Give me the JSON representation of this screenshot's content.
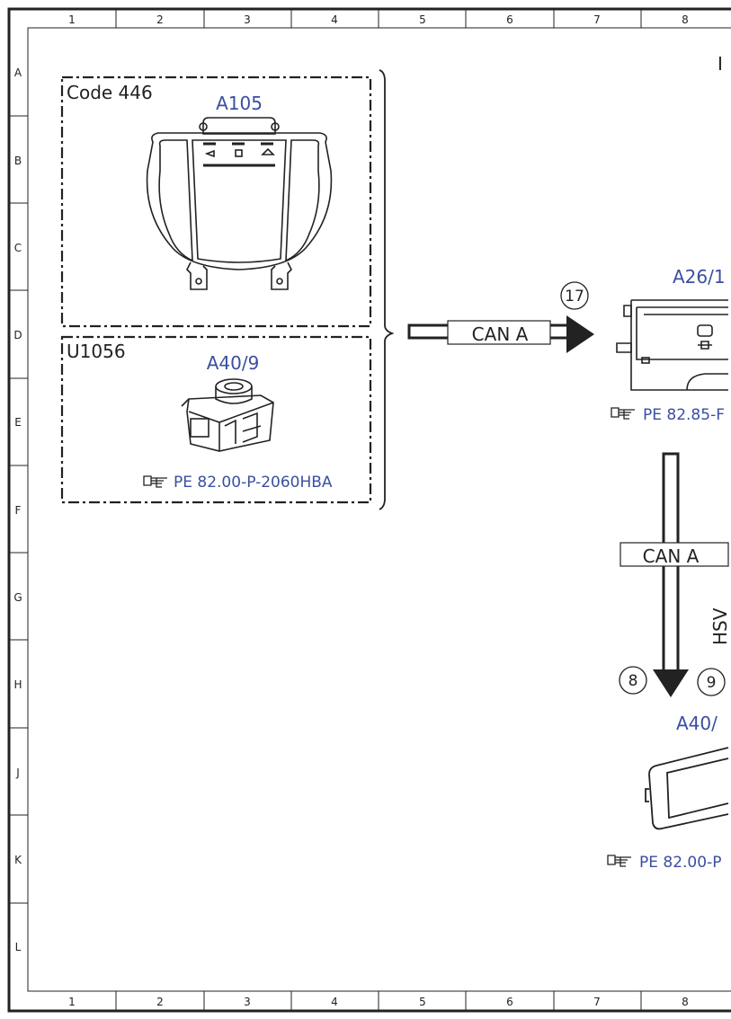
{
  "colors": {
    "ink": "#222222",
    "blue": "#3a4fa0"
  },
  "grid": {
    "columns": [
      "1",
      "2",
      "3",
      "4",
      "5",
      "6",
      "7",
      "8"
    ],
    "rows": [
      "A",
      "B",
      "C",
      "D",
      "E",
      "F",
      "G",
      "H",
      "J",
      "K",
      "L"
    ]
  },
  "boxes": {
    "top": {
      "code": "Code 446",
      "component": "A105"
    },
    "bottom": {
      "code": "U1056",
      "component": "A40/9",
      "reference": "PE 82.00-P-2060HBA"
    }
  },
  "connections": {
    "horizontal_bus": {
      "label": "CAN A",
      "pin": "17"
    },
    "vertical_bus": {
      "label": "CAN A",
      "pins": [
        "8",
        "9"
      ]
    }
  },
  "right_components": {
    "upper": {
      "component": "A26/1",
      "reference": "PE 82.85-F"
    },
    "lower": {
      "component": "A40/",
      "reference": "PE 82.00-P"
    }
  },
  "edge_text": {
    "top_right": "I",
    "side_vertical": "HSV"
  },
  "icons": {
    "reference": "pointing-hand-icon"
  }
}
